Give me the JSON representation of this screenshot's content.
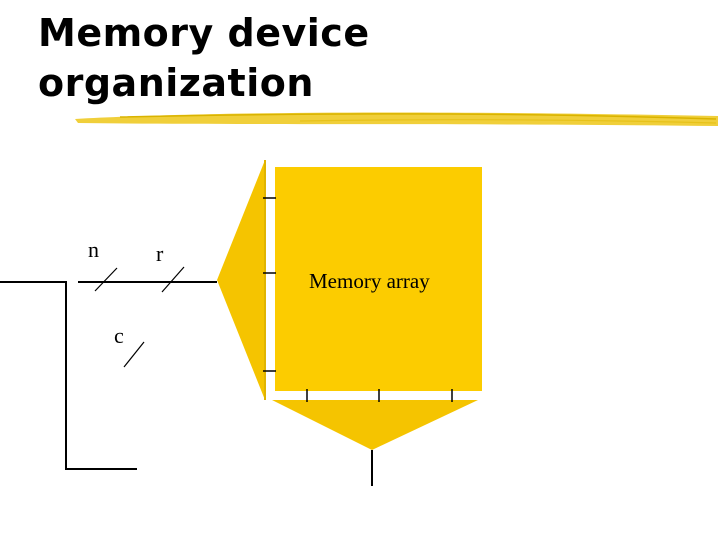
{
  "slide": {
    "title_line1": "Memory device",
    "title_line2": "organization"
  },
  "diagram": {
    "labels": {
      "n": "n",
      "r": "r",
      "c": "c",
      "array": "Memory array"
    },
    "colors": {
      "array_fill": "#FCCC00",
      "decoder_fill": "#F5C400",
      "rule": "#E8C200",
      "line": "#000000"
    }
  }
}
